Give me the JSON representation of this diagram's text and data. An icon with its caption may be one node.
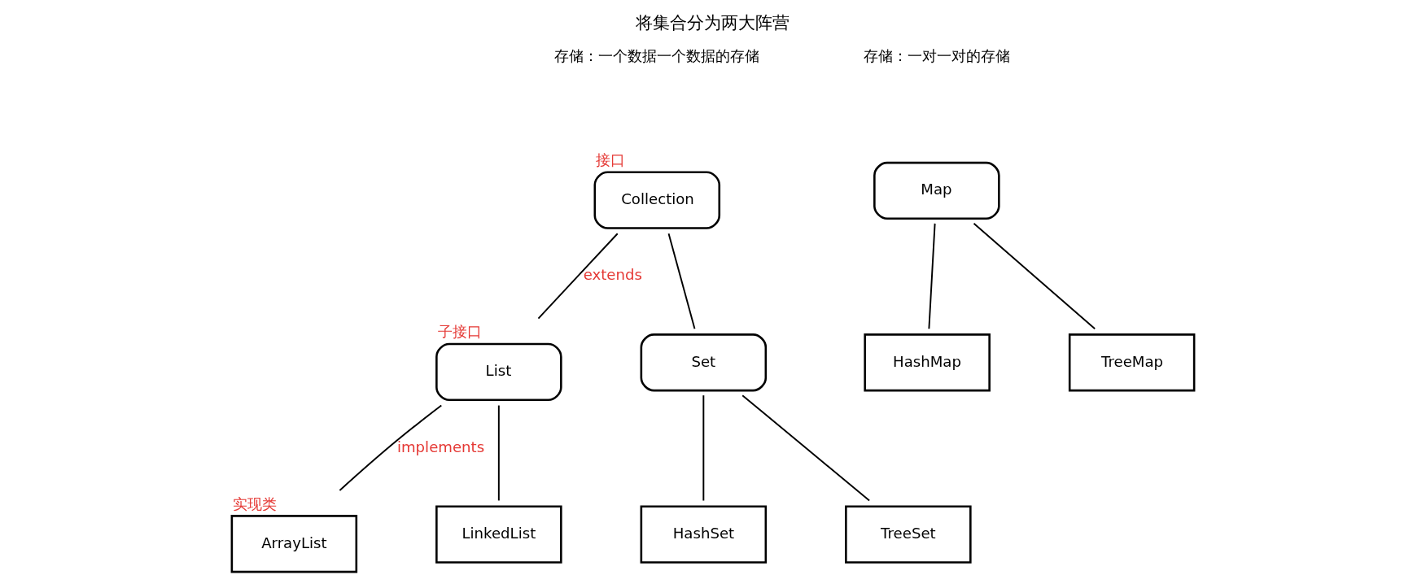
{
  "diagram": {
    "title": "将集合分为两大阵营",
    "nodes": [
      {
        "text": [
          "Collection"
        ],
        "beside": [
          "接口"
        ]
      },
      {
        "text": [
          "List"
        ],
        "beside": [
          "子接口"
        ]
      },
      {
        "text": [
          "Set"
        ]
      },
      {
        "text": [
          "ArrayList"
        ],
        "beside": [
          "实现类"
        ]
      },
      {
        "text": [
          "LinkedList"
        ]
      },
      {
        "text": [
          "HashSet"
        ]
      },
      {
        "text": [
          "TreeSet"
        ]
      },
      {
        "text": [
          "Map"
        ]
      },
      {
        "text": [
          "HashMap"
        ]
      },
      {
        "text": [
          "TreeMap"
        ]
      }
    ],
    "edges": [
      {
        "from": 0,
        "to": 1,
        "arrow": "none",
        "label": "extends"
      },
      {
        "from": 0,
        "to": 2,
        "arrow": "none"
      },
      {
        "from": 1,
        "to": 3,
        "arrow": "none",
        "label": "implements"
      },
      {
        "from": 1,
        "to": 4,
        "arrow": "none"
      },
      {
        "from": 2,
        "to": 5,
        "arrow": "none"
      },
      {
        "from": 2,
        "to": 6,
        "arrow": "none"
      },
      {
        "from": 7,
        "to": 8,
        "arrow": "none"
      },
      {
        "from": 7,
        "to": 9,
        "arrow": "none"
      }
    ],
    "labels": [
      "存储：一个数据一个数据的存储",
      "存储：一对一对的存储"
    ]
  }
}
